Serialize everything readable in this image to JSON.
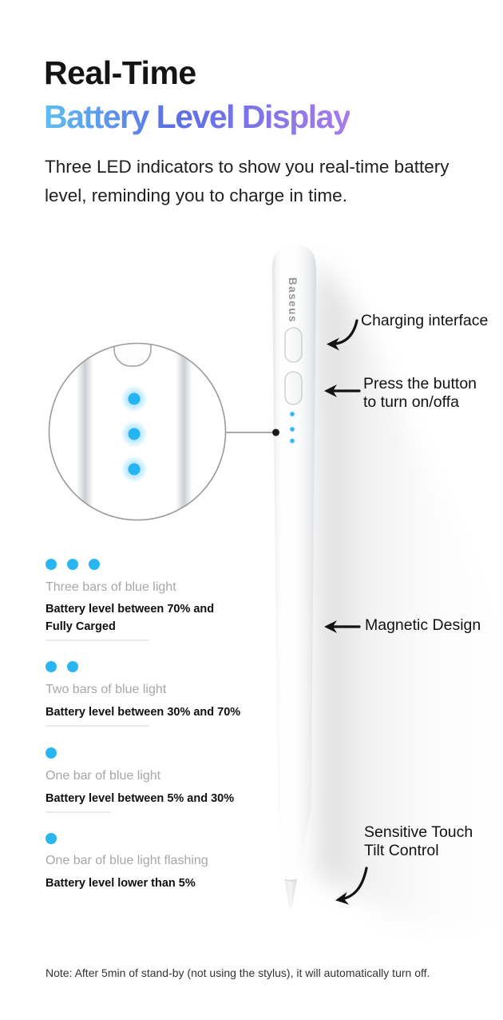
{
  "page": {
    "title": "Real-Time",
    "subtitle": "Battery Level Display",
    "description": "Three LED indicators to show you real-time battery level, reminding you to charge in time.",
    "note": "Note: After 5min of stand-by (not using the stylus), it will automatically turn off."
  },
  "pen": {
    "brand": "Baseus",
    "led_count": 3
  },
  "annotations": [
    {
      "id": "charging",
      "lines": [
        "Charging interface"
      ]
    },
    {
      "id": "power",
      "lines": [
        "Press the button",
        "to turn on/offa"
      ]
    },
    {
      "id": "magnetic",
      "lines": [
        "Magnetic Design"
      ]
    },
    {
      "id": "tilt",
      "lines": [
        "Sensitive Touch",
        "Tilt Control"
      ]
    }
  ],
  "battery_levels": [
    {
      "bars": 3,
      "label": "Three bars of blue light",
      "detail": "Battery level between 70% and Fully Carged"
    },
    {
      "bars": 2,
      "label": "Two bars of blue light",
      "detail": "Battery level between 30% and 70%"
    },
    {
      "bars": 1,
      "label": "One bar of blue light",
      "detail": "Battery level between 5% and 30%"
    },
    {
      "bars": 1,
      "label": "One bar of blue light flashing",
      "detail": "Battery level lower than 5%"
    }
  ],
  "colors": {
    "led_blue": "#29B6F0",
    "title_gradient_start": "#5FBEF0",
    "title_gradient_mid": "#5A6FE6",
    "title_gradient_end": "#A77CEA"
  }
}
